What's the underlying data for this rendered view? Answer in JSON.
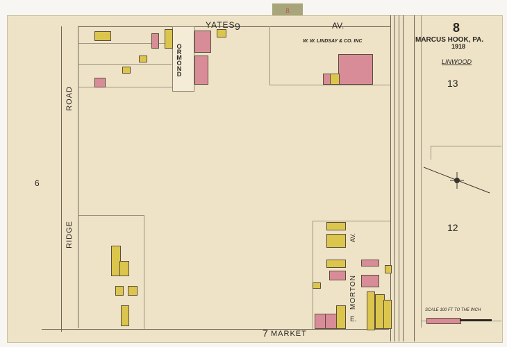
{
  "sheet_tab": "8",
  "header": {
    "sheet_number": "8",
    "place": "MARCUS HOOK, PA.",
    "year": "1918",
    "district": "LINWOOD"
  },
  "streets": {
    "yates": "YATES",
    "yates_av": "AV.",
    "road": "ROAD",
    "ridge": "RIDGE",
    "ormond": "ORMOND",
    "morton_e": "E.",
    "morton": "MORTON",
    "morton_av": "AV.",
    "market": "MARKET"
  },
  "adjacent_sheets": {
    "top": "9",
    "bottom": "7",
    "left": "6",
    "right_top": "13",
    "right_bottom": "12"
  },
  "business": {
    "name": "W. W. LINDSAY & CO. INC"
  },
  "scale": {
    "label": "SCALE 100 FT TO THE INCH"
  },
  "colors": {
    "paper": "#eee3c7",
    "brick": "#d88c98",
    "frame": "#dcc54c"
  }
}
